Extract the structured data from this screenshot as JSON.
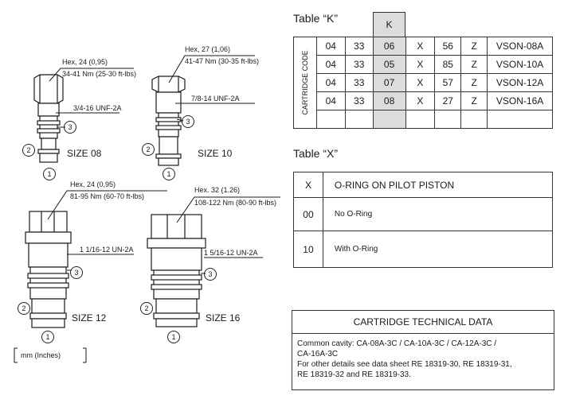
{
  "drawing": {
    "size08": {
      "hex": "Hex, 24 (0,95)",
      "torque": "34-41 Nm (25-30 ft-lbs)",
      "thread": "3/4-16 UNF-2A",
      "size_label": "SIZE 08"
    },
    "size10": {
      "hex": "Hex, 27 (1,06)",
      "torque": "41-47 Nm (30-35 ft-lbs)",
      "thread": "7/8-14 UNF-2A",
      "size_label": "SIZE 10"
    },
    "size12": {
      "hex": "Hex, 24 (0,95)",
      "torque": "81-95 Nm (60-70 ft-lbs)",
      "thread": "1 1/16-12 UN-2A",
      "size_label": "SIZE 12"
    },
    "size16": {
      "hex": "Hex. 32 (1.26)",
      "torque": "108-122 Nm (80-90 ft-lbs)",
      "thread": "1 5/16-12 UN-2A",
      "size_label": "SIZE 16"
    },
    "callouts": {
      "one": "1",
      "two": "2",
      "three": "3"
    },
    "units_note": "mm (Inches)"
  },
  "table_k": {
    "title": "Table “K”",
    "header": "K",
    "side_label": "CARTRIDGE CODE",
    "rows": [
      [
        "04",
        "33",
        "06",
        "X",
        "56",
        "Z",
        "VSON-08A"
      ],
      [
        "04",
        "33",
        "05",
        "X",
        "85",
        "Z",
        "VSON-10A"
      ],
      [
        "04",
        "33",
        "07",
        "X",
        "57",
        "Z",
        "VSON-12A"
      ],
      [
        "04",
        "33",
        "08",
        "X",
        "27",
        "Z",
        "VSON-16A"
      ]
    ]
  },
  "table_x": {
    "title": "Table “X”",
    "header_code": "X",
    "header_desc": "O-RING ON PILOT PISTON",
    "rows": [
      {
        "code": "00",
        "desc": "No O-Ring"
      },
      {
        "code": "10",
        "desc": "With O-Ring"
      }
    ]
  },
  "tech": {
    "title": "CARTRIDGE TECHNICAL DATA",
    "line1": "Common cavity: CA-08A-3C / CA-10A-3C / CA-12A-3C /",
    "line2": "CA-16A-3C",
    "line3": "For other details see data sheet RE 18319-30, RE 18319-31,",
    "line4": "RE 18319-32 and RE 18319-33."
  }
}
